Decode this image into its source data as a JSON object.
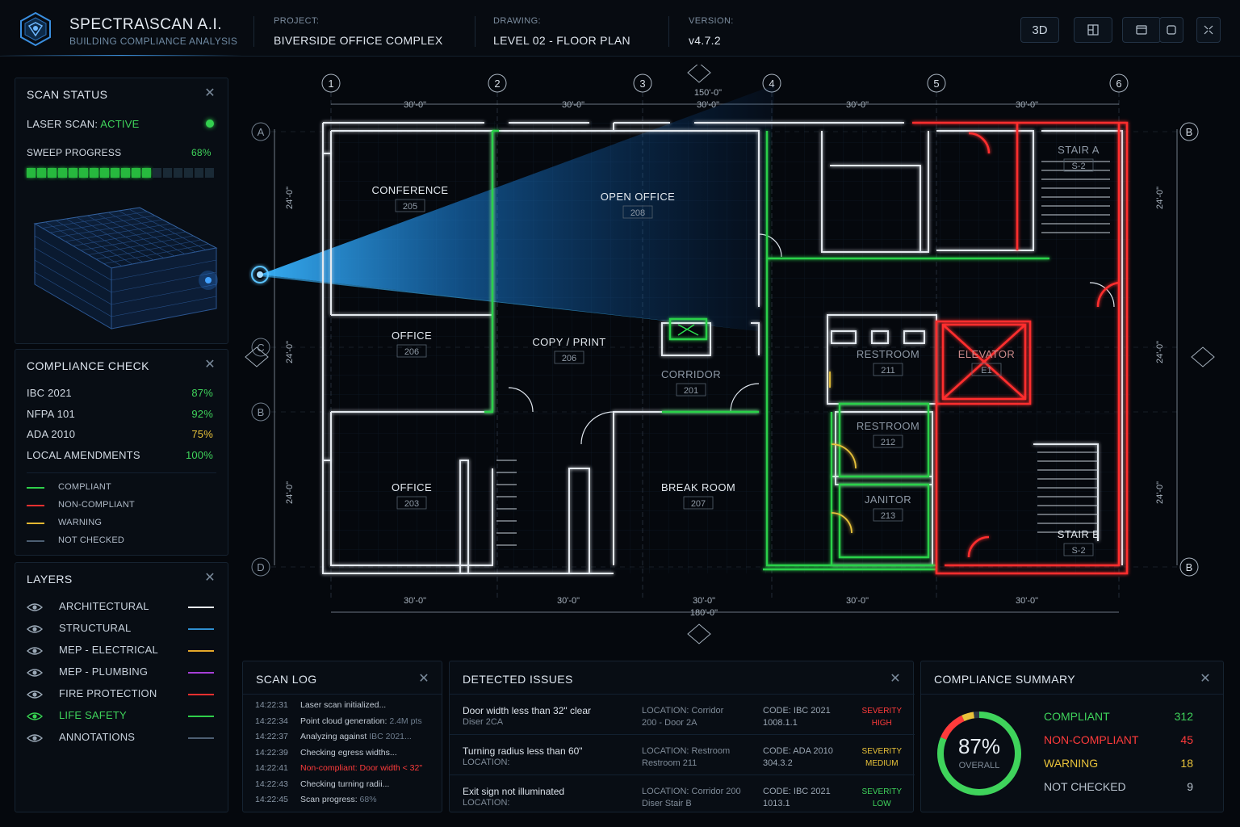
{
  "header": {
    "brand": "SPECTRA\\SCAN A.I.",
    "brand_sub": "BUILDING COMPLIANCE ANALYSIS",
    "project_label": "PROJECT:",
    "project_value": "BIVERSIDE OFFICE COMPLEX",
    "drawing_label": "DRAWING:",
    "drawing_value": "LEVEL 02 - FLOOR PLAN",
    "version_label": "VERSION:",
    "version_value": "v4.7.2",
    "buttons": {
      "view3d": "3D"
    }
  },
  "scan_status": {
    "title": "SCAN STATUS",
    "laser_label": "LASER SCAN:",
    "laser_state": "ACTIVE",
    "sweep_label": "SWEEP PROGRESS",
    "sweep_value": "68%",
    "sweep_fraction": 0.68
  },
  "compliance_check": {
    "title": "COMPLIANCE CHECK",
    "codes": [
      {
        "name": "IBC 2021",
        "value": "87%",
        "color": "#3fd35b"
      },
      {
        "name": "NFPA 101",
        "value": "92%",
        "color": "#3fd35b"
      },
      {
        "name": "ADA 2010",
        "value": "75%",
        "color": "#e8c23a"
      },
      {
        "name": "LOCAL AMENDMENTS",
        "value": "100%",
        "color": "#3fd35b"
      }
    ],
    "legend": [
      {
        "label": "COMPLIANT",
        "color": "#2fcf4a"
      },
      {
        "label": "NON-COMPLIANT",
        "color": "#ff3030"
      },
      {
        "label": "WARNING",
        "color": "#e3b632"
      },
      {
        "label": "NOT CHECKED",
        "color": "#4d5f73"
      }
    ]
  },
  "layers": {
    "title": "LAYERS",
    "items": [
      {
        "label": "ARCHITECTURAL",
        "color": "#e6ecf2",
        "active": false
      },
      {
        "label": "STRUCTURAL",
        "color": "#2f8fd1",
        "active": false
      },
      {
        "label": "MEP - ELECTRICAL",
        "color": "#e3a82a",
        "active": false
      },
      {
        "label": "MEP - PLUMBING",
        "color": "#a63fd8",
        "active": false
      },
      {
        "label": "FIRE PROTECTION",
        "color": "#ff3030",
        "active": false
      },
      {
        "label": "LIFE SAFETY",
        "color": "#2fcf4a",
        "active": true
      },
      {
        "label": "ANNOTATIONS",
        "color": "#4d5f73",
        "active": false
      }
    ]
  },
  "floor_plan": {
    "grid_cols": [
      "1",
      "2",
      "3",
      "4",
      "5",
      "6"
    ],
    "grid_rows": [
      "A",
      "B",
      "C",
      "D"
    ],
    "top_dims": [
      "30'-0\"",
      "30'-0\"",
      "150'-0\"",
      "30'-0\"",
      "30'-0\"",
      "30'-0\""
    ],
    "bottom_dims": [
      "30'-0\"",
      "30'-0\"",
      "30'-0\"",
      "30'-0\"",
      "30'-0\"",
      "180'-0\""
    ],
    "side_dims": [
      "24'-0\"",
      "24'-0\"",
      "24'-0\""
    ],
    "rooms": [
      {
        "name": "CONFERENCE",
        "num": "205"
      },
      {
        "name": "OPEN OFFICE",
        "num": "208"
      },
      {
        "name": "OFFICE",
        "num": "206"
      },
      {
        "name": "COPY / PRINT",
        "num": "206"
      },
      {
        "name": "CORRIDOR",
        "num": "201"
      },
      {
        "name": "OFFICE",
        "num": "203"
      },
      {
        "name": "BREAK ROOM",
        "num": "207"
      },
      {
        "name": "STAIR A",
        "num": "S-2"
      },
      {
        "name": "RESTROOM",
        "num": "211"
      },
      {
        "name": "ELEVATOR",
        "num": "E1"
      },
      {
        "name": "RESTROOM",
        "num": "212"
      },
      {
        "name": "JANITOR",
        "num": "213"
      },
      {
        "name": "STAIR B",
        "num": "S-2"
      }
    ]
  },
  "scan_log": {
    "title": "SCAN LOG",
    "entries": [
      {
        "time": "14:22:31",
        "msg": "Laser scan initialized...",
        "extra": "",
        "error": false
      },
      {
        "time": "14:22:34",
        "msg": "Point cloud generation:",
        "extra": "2.4M pts",
        "error": false
      },
      {
        "time": "14:22:37",
        "msg": "Analyzing against",
        "extra": "IBC 2021...",
        "error": false
      },
      {
        "time": "14:22:39",
        "msg": "Checking egress widths...",
        "extra": "",
        "error": false
      },
      {
        "time": "14:22:41",
        "msg": "Non-compliant: Door width < 32\"",
        "extra": "",
        "error": true
      },
      {
        "time": "14:22:43",
        "msg": "Checking turning radii...",
        "extra": "",
        "error": false
      },
      {
        "time": "14:22:45",
        "msg": "Scan progress:",
        "extra": "68%",
        "error": false
      }
    ]
  },
  "detected_issues": {
    "title": "DETECTED ISSUES",
    "items": [
      {
        "title": "Door width less than 32\" clear",
        "sub": "Diser 2CA",
        "loc1": "LOCATION: Corridor",
        "loc2": "200 - Door 2A",
        "code1": "CODE: IBC 2021",
        "code2": "1008.1.1",
        "sev_label": "SEVERITY",
        "sev": "HIGH",
        "color": "#ff3b3b"
      },
      {
        "title": "Turning radius less than 60\"",
        "sub": "LOCATION:",
        "loc1": "LOCATION: Restroom",
        "loc2": "Restroom 211",
        "code1": "CODE: ADA 2010",
        "code2": "304.3.2",
        "sev_label": "SEVERITY",
        "sev": "MEDIUM",
        "color": "#e8c23a"
      },
      {
        "title": "Exit sign not illuminated",
        "sub": "LOCATION:",
        "loc1": "LOCATION: Corridor 200",
        "loc2": "Diser Stair B",
        "code1": "CODE: IBC 2021",
        "code2": "1013.1",
        "sev_label": "SEVERITY",
        "sev": "LOW",
        "color": "#3fd35b"
      }
    ]
  },
  "compliance_summary": {
    "title": "COMPLIANCE SUMMARY",
    "overall": "87%",
    "overall_label": "OVERALL",
    "rows": [
      {
        "label": "COMPLIANT",
        "value": "312",
        "color": "#3fd35b"
      },
      {
        "label": "NON-COMPLIANT",
        "value": "45",
        "color": "#ff3b3b"
      },
      {
        "label": "WARNING",
        "value": "18",
        "color": "#e8c23a"
      },
      {
        "label": "NOT CHECKED",
        "value": "9",
        "color": "#b9c3ce"
      }
    ]
  }
}
